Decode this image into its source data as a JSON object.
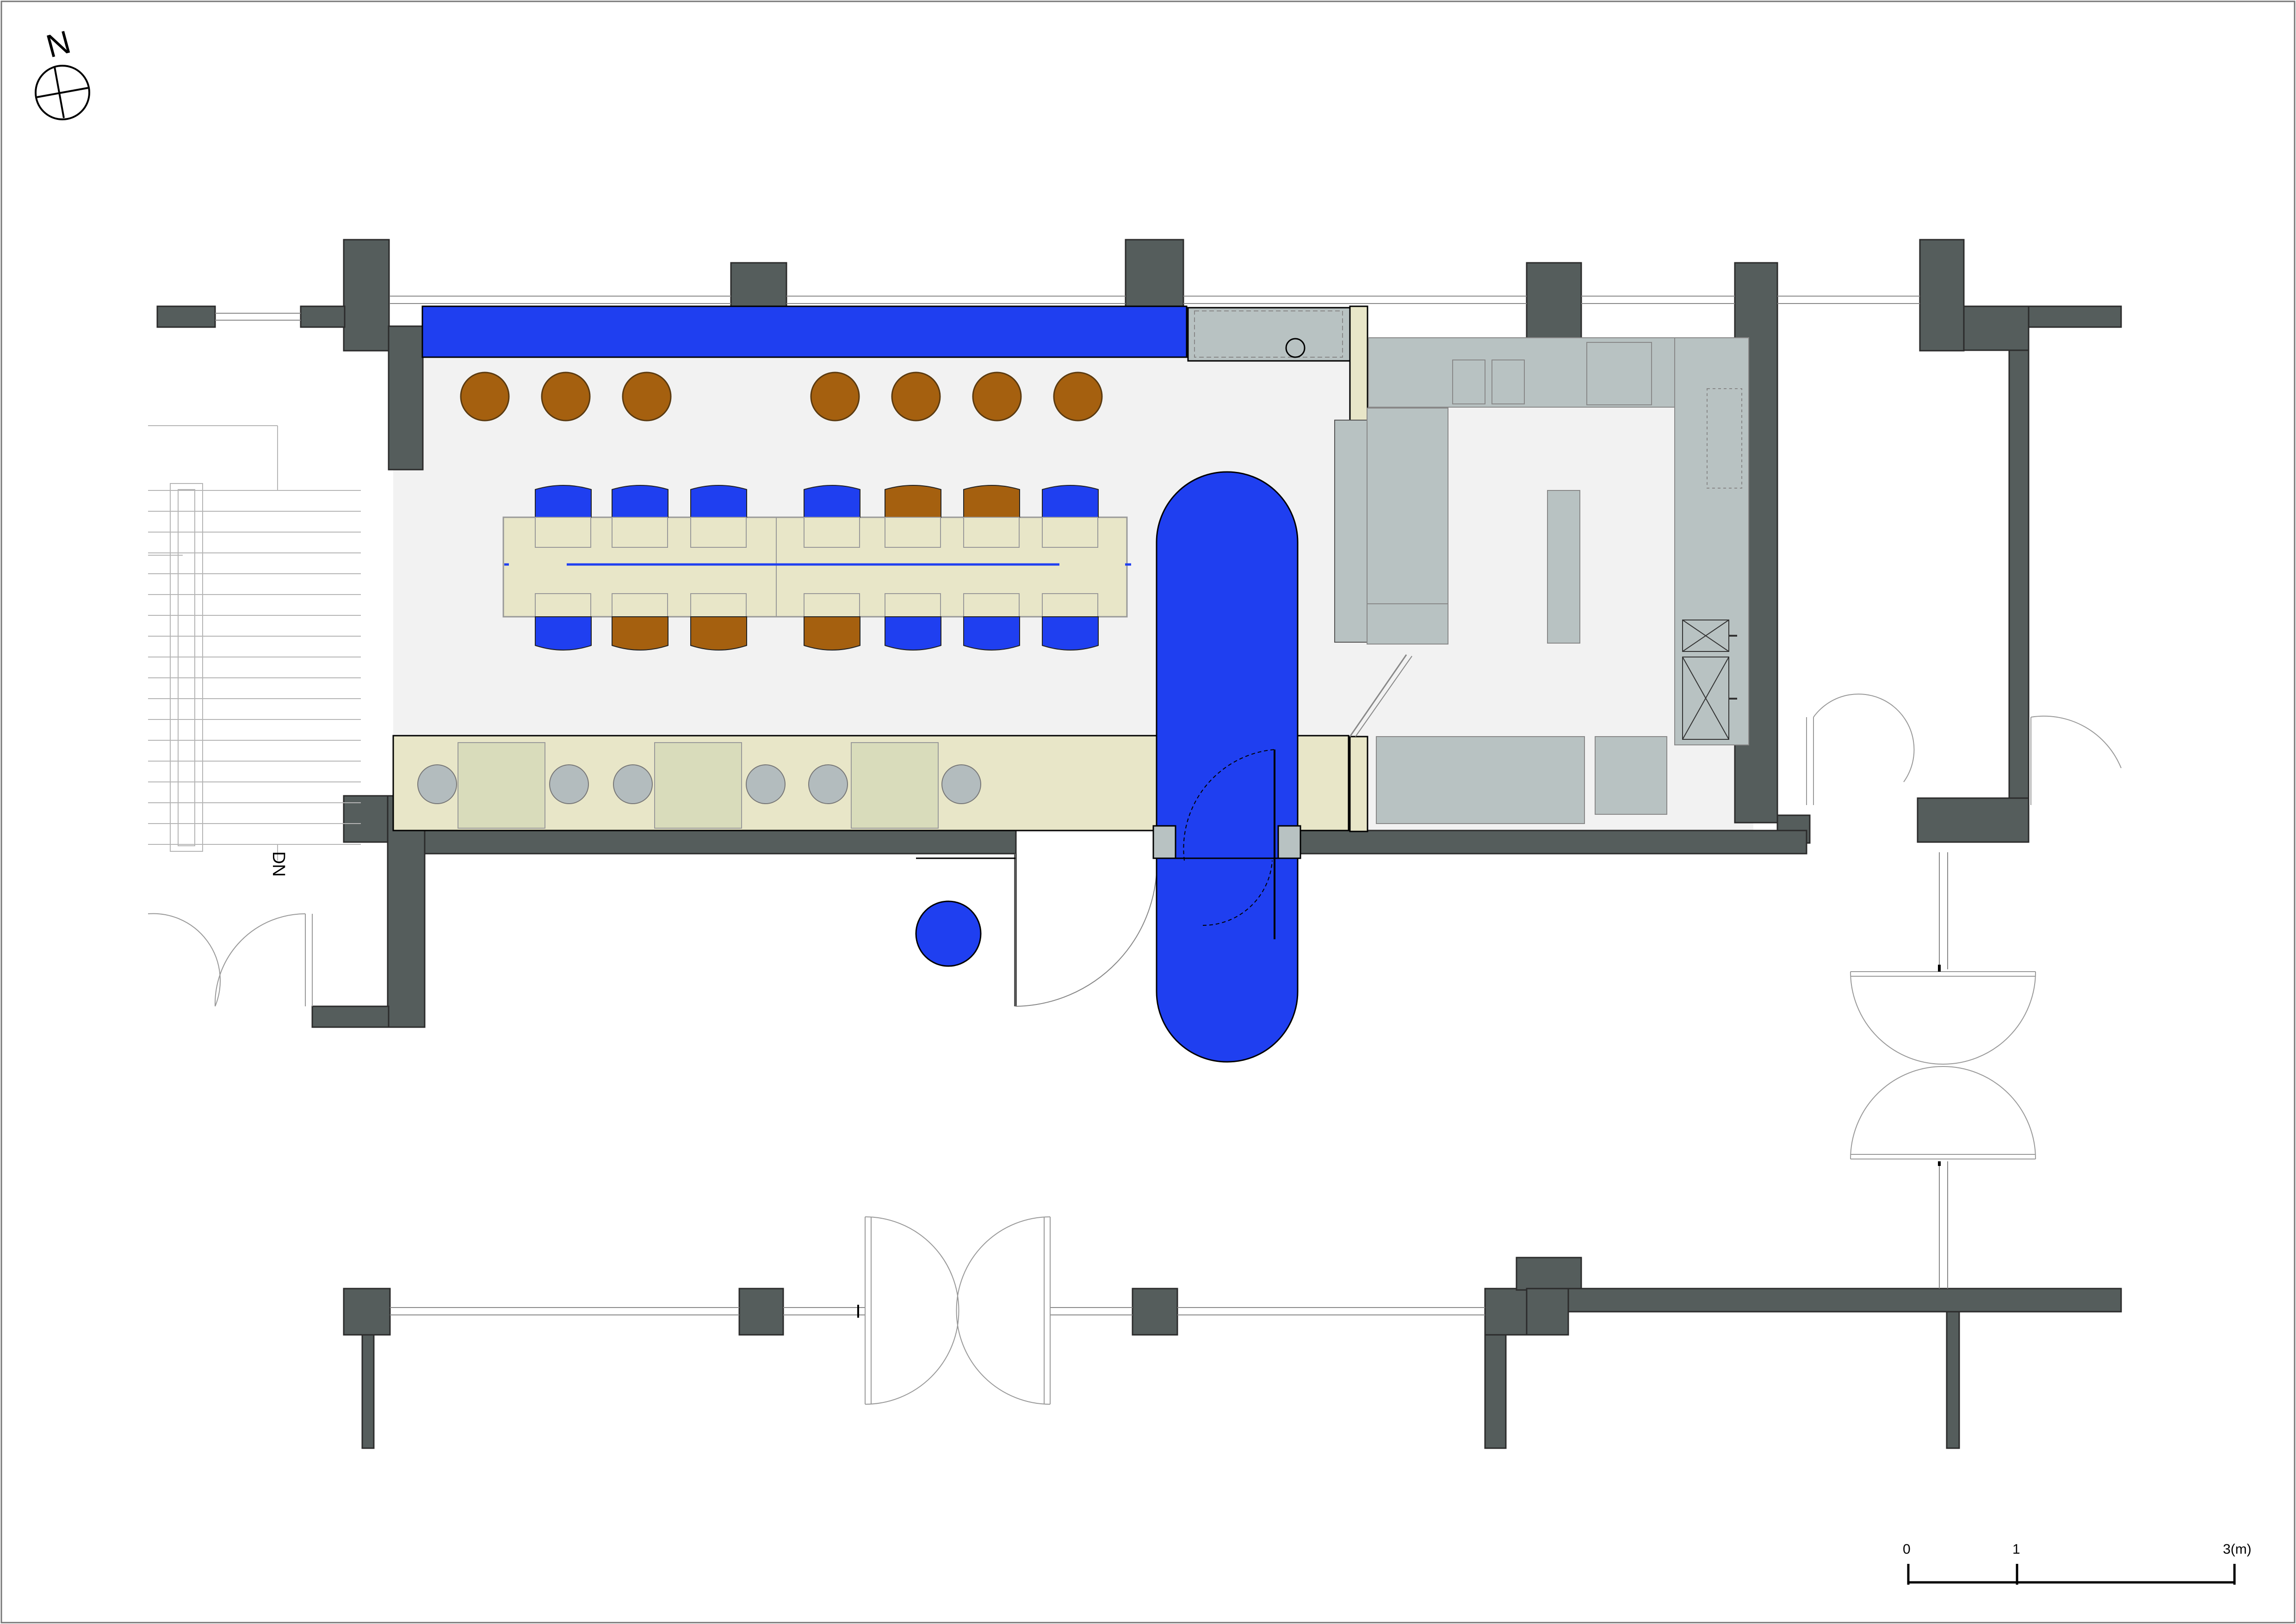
{
  "north": {
    "letter": "N"
  },
  "stair": {
    "label": "DN"
  },
  "scale_bar": {
    "ticks": [
      "0",
      "1",
      "3(m)"
    ]
  },
  "colors": {
    "wall": "#555d5c",
    "blue": "#1f3ff0",
    "orange": "#a5600f",
    "counter": "#e8e6c8",
    "counter_item": "#d9dcbb",
    "floor": "#f2f2f2",
    "kitchen_equipment": "#b8c2c2",
    "stool_grey": "#b3bcbe"
  },
  "icons": [
    "north-arrow-icon",
    "scale-bar-icon"
  ]
}
